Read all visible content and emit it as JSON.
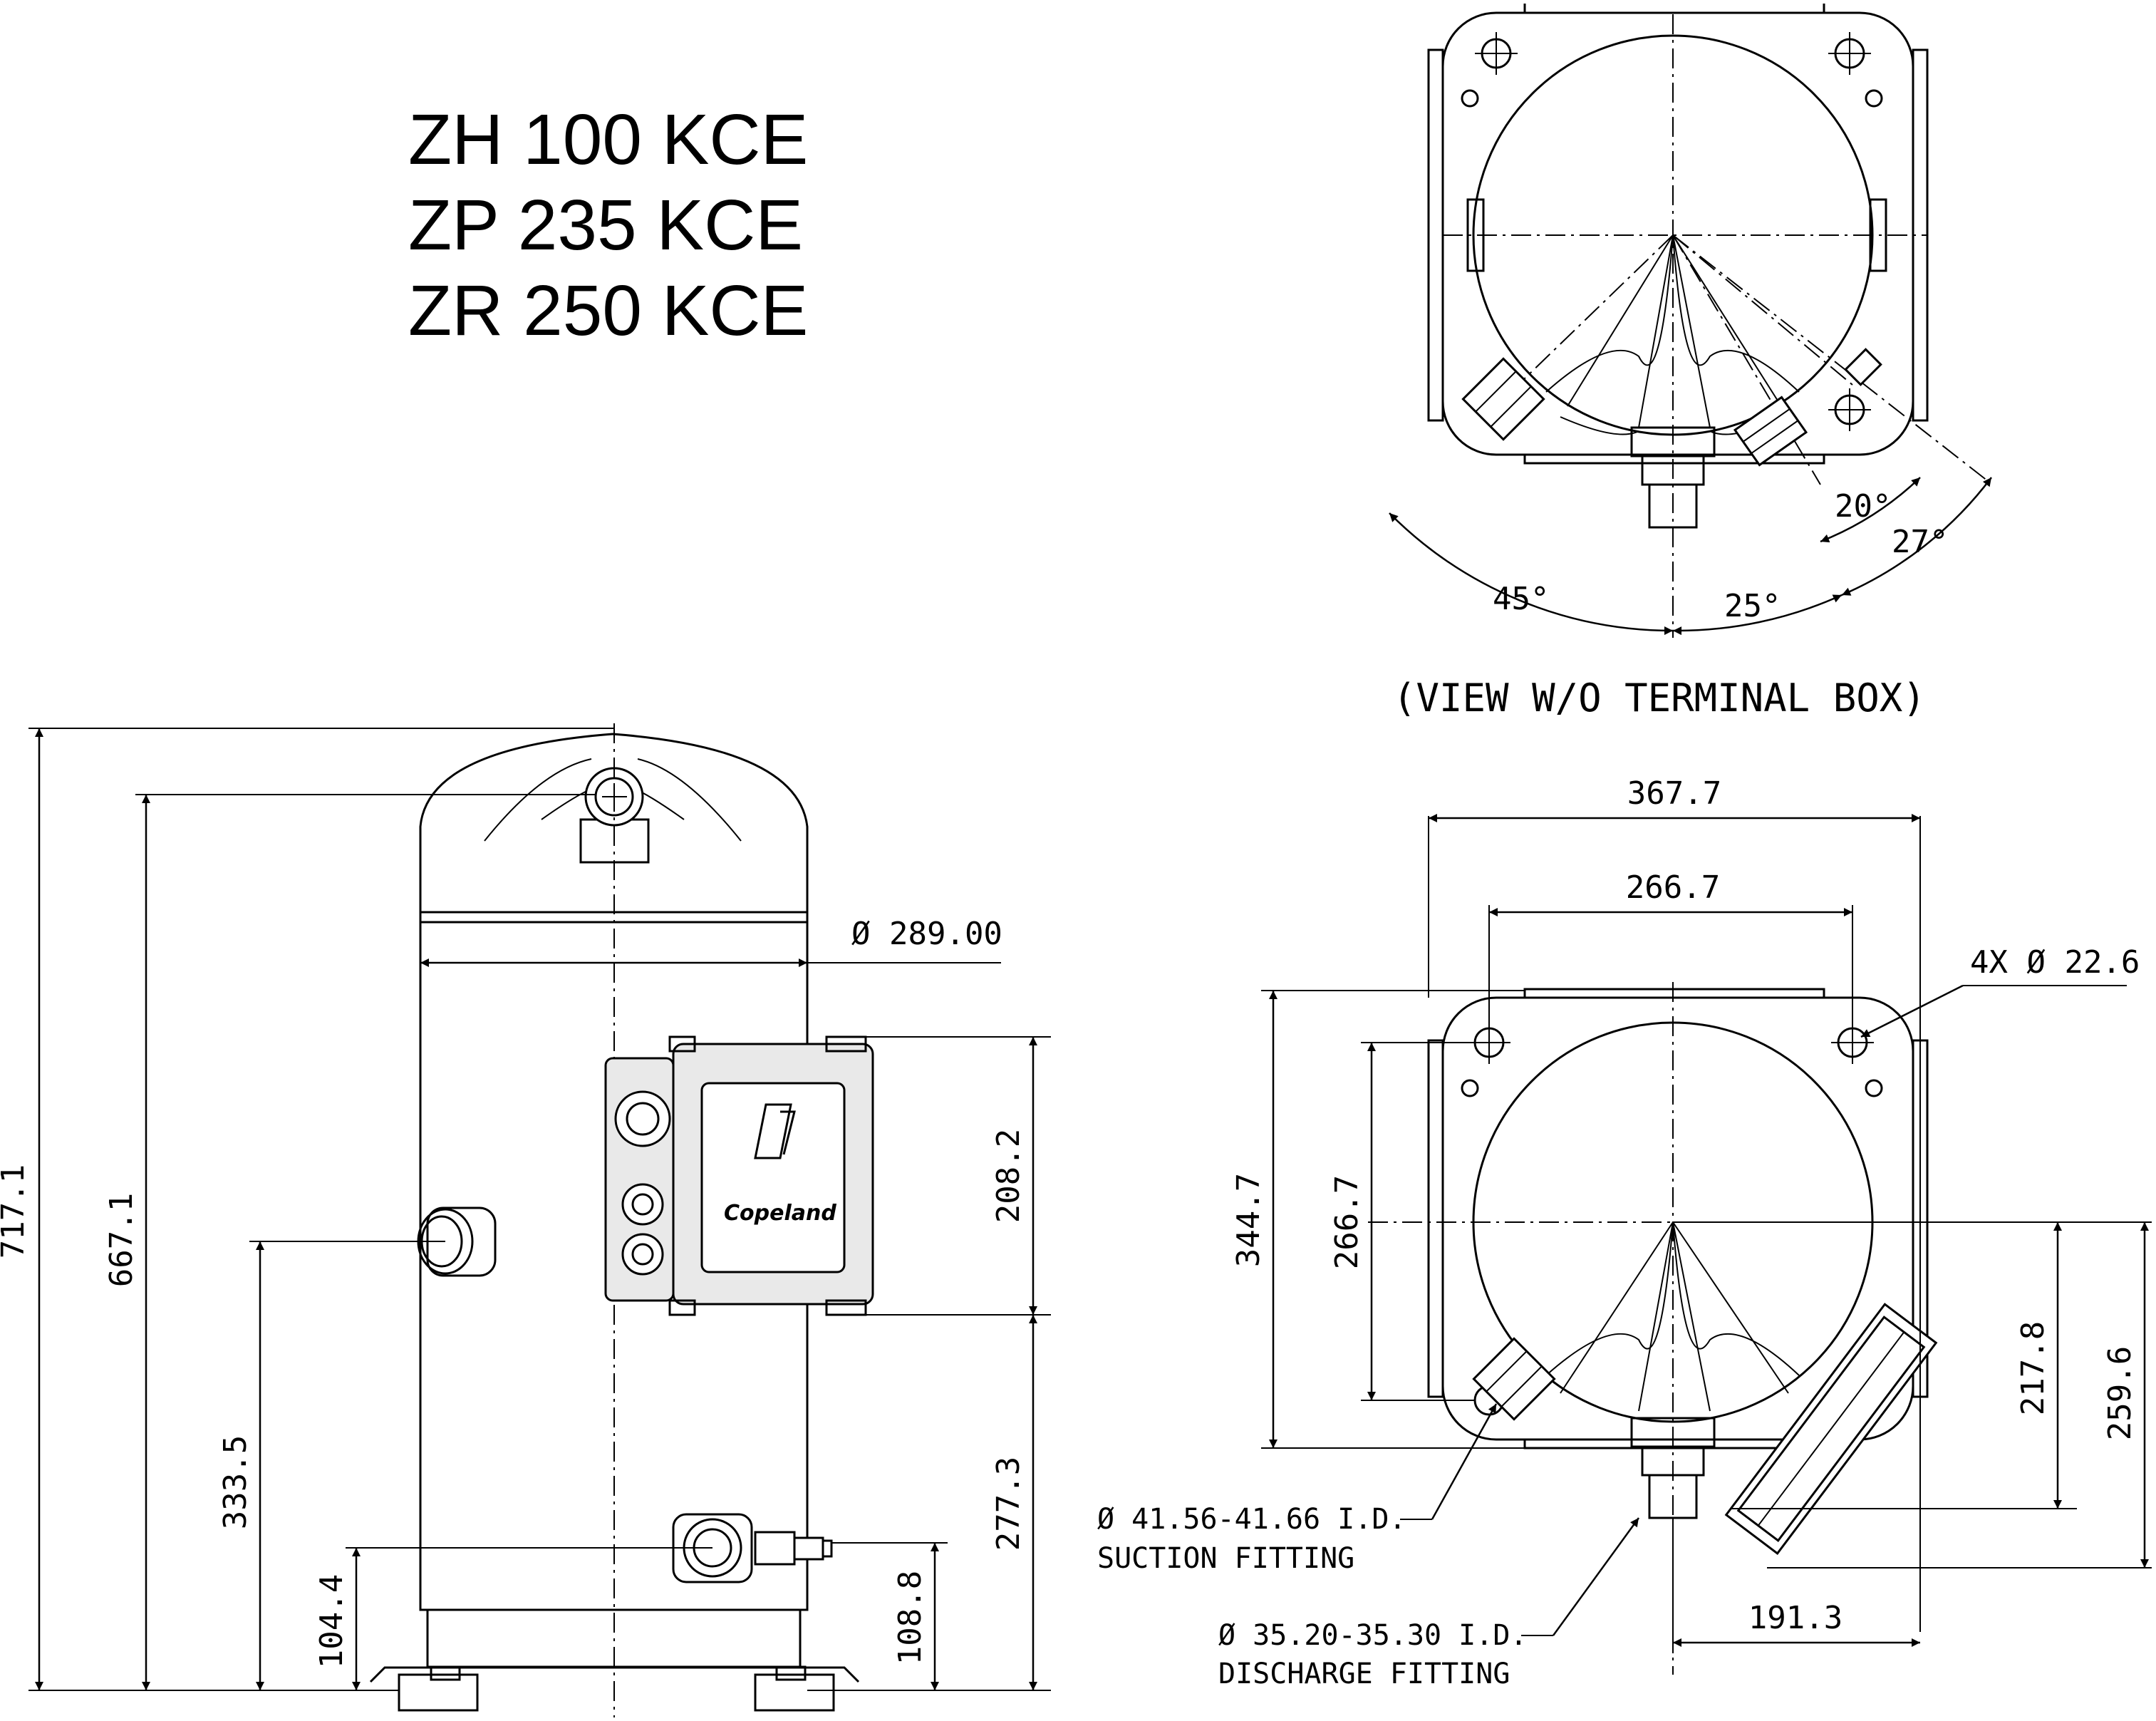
{
  "models": [
    "ZH 100 KCE",
    "ZP 235 KCE",
    "ZR 250 KCE"
  ],
  "view_caption": "(VIEW W/O TERMINAL BOX)",
  "angles": {
    "a45": "45°",
    "a25": "25°",
    "a20": "20°",
    "a27": "27°"
  },
  "side_dims": {
    "overall_height": "717.1",
    "top_fitting_height": "667.1",
    "suction_height": "333.5",
    "discharge_low": "104.4",
    "diameter": "Ø 289.00",
    "terminal_box": "208.2",
    "box_bottom": "277.3",
    "oil_fitting": "108.8"
  },
  "base_dims": {
    "width_overall": "367.7",
    "width_holes": "266.7",
    "mount_holes": "4X Ø 22.6",
    "depth_overall": "344.7",
    "depth_holes": "266.7",
    "box_offset_a": "217.8",
    "box_offset_b": "259.6",
    "discharge_offset": "191.3"
  },
  "fittings": {
    "suction_size": "Ø 41.56-41.66 I.D.",
    "suction_label": "SUCTION FITTING",
    "discharge_size": "Ø 35.20-35.30 I.D.",
    "discharge_label": "DISCHARGE FITTING"
  },
  "brand": "Copeland"
}
